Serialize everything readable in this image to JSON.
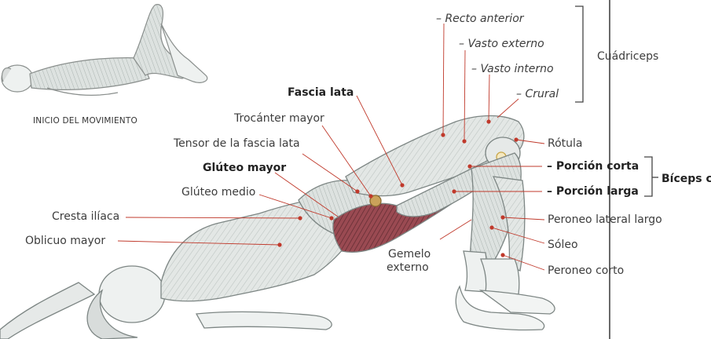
{
  "caption": "INICIO DEL MOVIMIENTO",
  "labels": {
    "recto_anterior": "– Recto anterior",
    "vasto_externo": "– Vasto externo",
    "vasto_interno": "– Vasto interno",
    "crural": "– Crural",
    "fascia_lata": "Fascia lata",
    "trocanter_mayor": "Trocánter mayor",
    "tensor_fascia_lata": "Tensor de la fascia lata",
    "gluteo_mayor": "Glúteo mayor",
    "gluteo_medio": "Glúteo medio",
    "cresta_iliaca": "Cresta ilíaca",
    "oblicuo_mayor": "Oblicuo mayor",
    "gemelo_externo_1": "Gemelo",
    "gemelo_externo_2": "externo",
    "rotula": "Rótula",
    "porcion_corta": "– Porción corta",
    "porcion_larga": "– Porción larga",
    "peroneo_lateral_largo": "Peroneo lateral largo",
    "soleo": "Sóleo",
    "peroneo_corto": "Peroneo corto"
  },
  "groups": {
    "cuadriceps": "Cuádriceps",
    "biceps": "Bíceps cr"
  },
  "colors": {
    "leader_line": "#c0392b",
    "muscle_fill": "#dfe3e1",
    "muscle_stroke": "#7d8684",
    "gluteus_fill": "#8a3b44",
    "bracket": "#444444"
  }
}
